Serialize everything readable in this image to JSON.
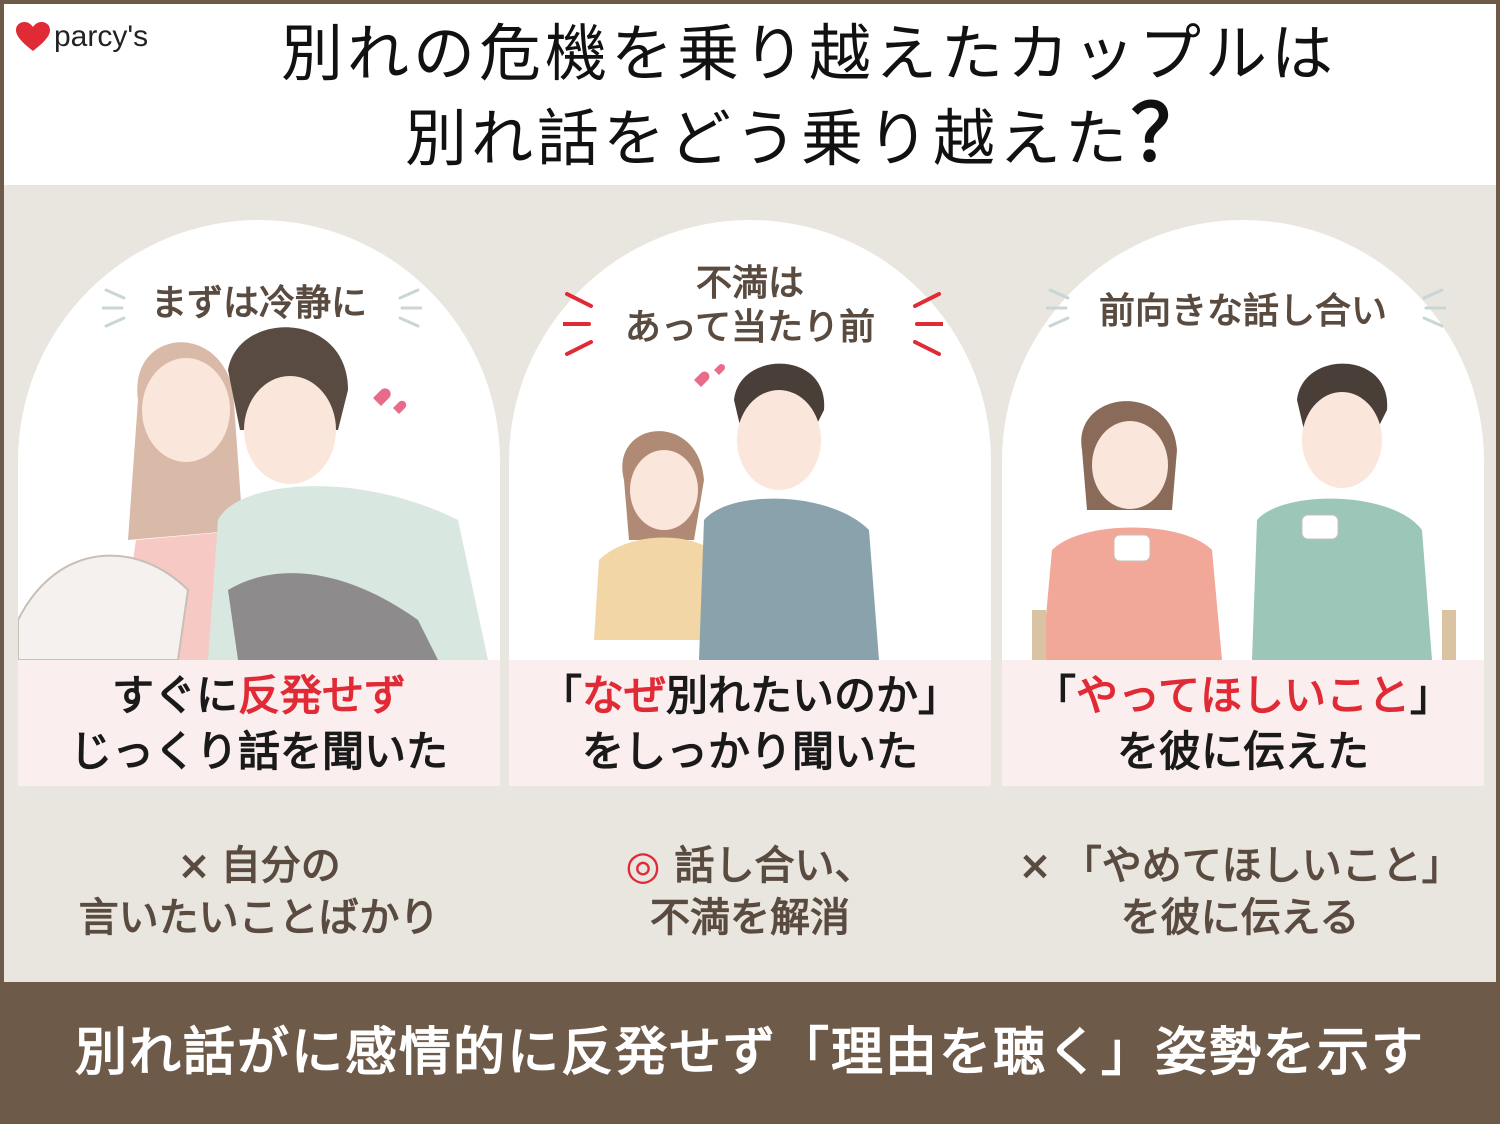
{
  "brand": {
    "name": "parcy's",
    "color": "#e02a35"
  },
  "title": {
    "line1": "別れの危機を乗り越えたカップルは",
    "line2": "別れ話をどう乗り越えた",
    "mark": "？"
  },
  "panels": [
    {
      "heading": [
        "まずは冷静に"
      ],
      "caption_line1_pre": "すぐに",
      "caption_line1_red": "反発せず",
      "caption_line1_post": "",
      "caption_line2": "じっくり話を聞いた"
    },
    {
      "heading": [
        "不満は",
        "あって当たり前"
      ],
      "caption_line1_pre": "「",
      "caption_line1_red": "なぜ",
      "caption_line1_post": "別れたいのか」",
      "caption_line2": "をしっかり聞いた"
    },
    {
      "heading": [
        "前向きな話し合い"
      ],
      "caption_line1_pre": "「",
      "caption_line1_red": "やってほしいこと",
      "caption_line1_post": "」",
      "caption_line2": "を彼に伝えた"
    }
  ],
  "notes": [
    {
      "mark": "×",
      "line1": "自分の",
      "line2": "言いたいことばかり"
    },
    {
      "mark": "◎",
      "line1": "話し合い、",
      "line2": "不満を解消"
    },
    {
      "mark": "×",
      "line1": "「やめてほしいこと」",
      "line2": "を彼に伝える"
    }
  ],
  "footer": "別れ話がに感情的に反発せず「理由を聴く」姿勢を示す",
  "colors": {
    "accent": "#e02a35",
    "brown": "#6e5a49",
    "background": "#e9e5df"
  },
  "icons": [
    "heart-icon",
    "sparkle-lines-icon"
  ]
}
